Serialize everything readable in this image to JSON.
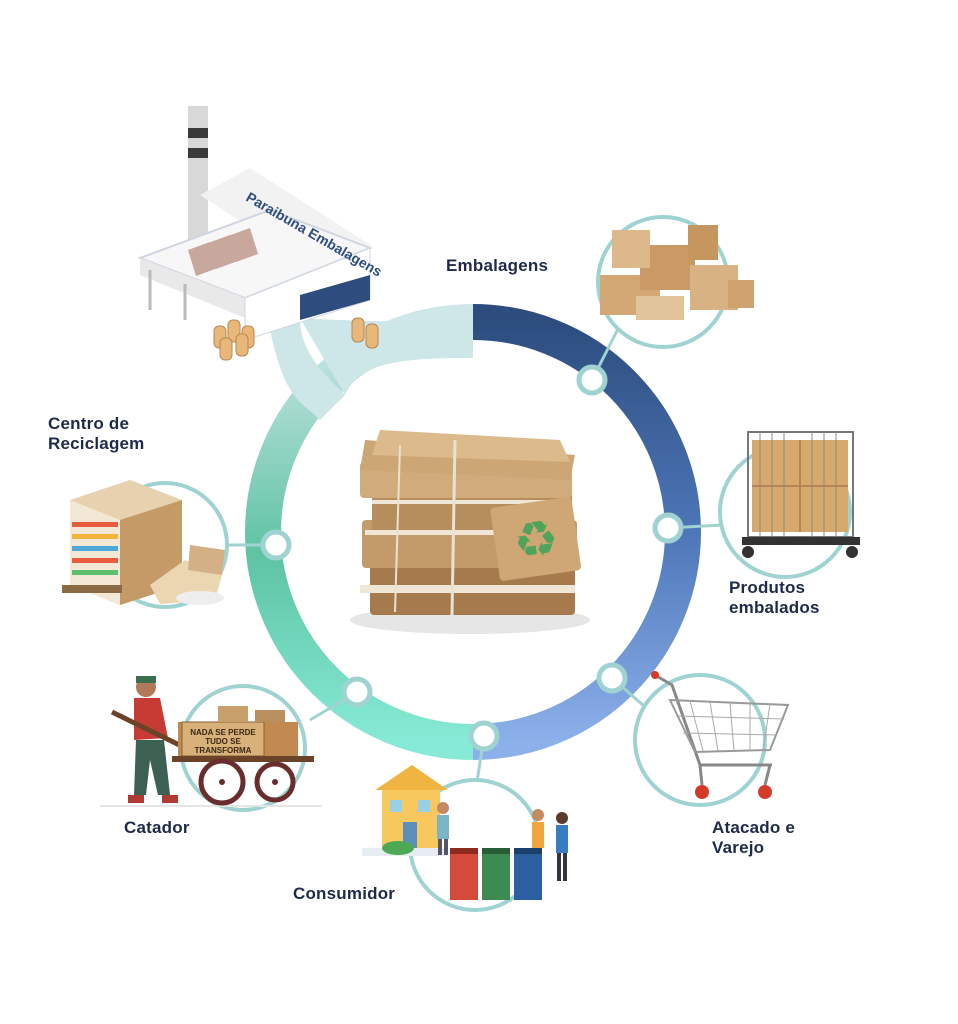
{
  "diagram": {
    "center_label": "",
    "factory_sign": "Paraibuna Embalagens",
    "cart_sign": [
      "NADA SE PERDE",
      "TUDO SE",
      "TRANSFORMA"
    ],
    "stages": [
      {
        "id": "embalagens",
        "lines": [
          "Embalagens"
        ]
      },
      {
        "id": "produtos",
        "lines": [
          "Produtos",
          "embalados"
        ]
      },
      {
        "id": "atacado",
        "lines": [
          "Atacado e",
          "Varejo"
        ]
      },
      {
        "id": "consumidor",
        "lines": [
          "Consumidor"
        ]
      },
      {
        "id": "catador",
        "lines": [
          "Catador"
        ]
      },
      {
        "id": "centro",
        "lines": [
          "Centro de",
          "Reciclagem"
        ]
      }
    ]
  },
  "colors": {
    "ring_dark": "#2c4d7e",
    "ring_mid": "#4a6fb0",
    "ring_light": "#8aaee8",
    "ring_mint": "#7ee6d2",
    "ring_green": "#5ec3a3",
    "ring_pale": "#cde6e8",
    "connector": "#9fd3d2",
    "label": "#1f2a4a"
  }
}
